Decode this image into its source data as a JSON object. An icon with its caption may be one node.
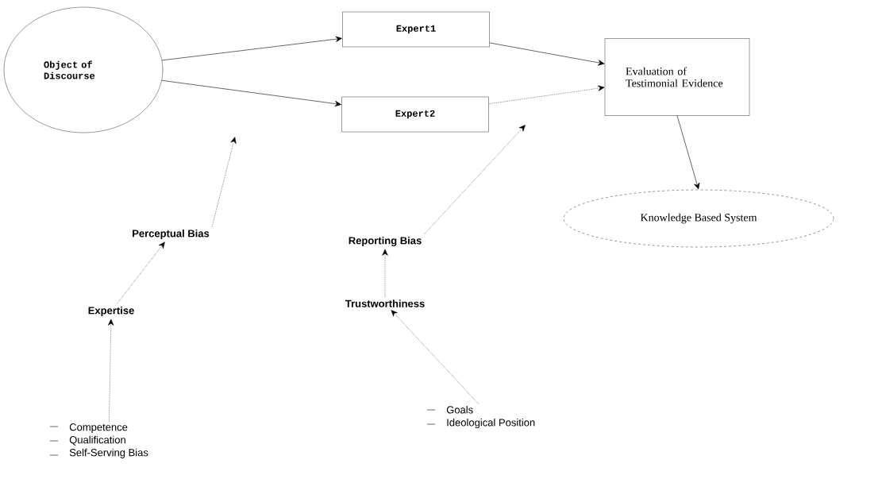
{
  "diagram": {
    "nodes": [
      {
        "text": [
          "Object of Discourse"
        ]
      },
      {
        "text": [
          "Expert1"
        ]
      },
      {
        "text": [
          "Expert2"
        ]
      },
      {
        "text": [
          "Evaluation of Testimonial Evidence"
        ]
      },
      {
        "text": [
          "Knowledge Based System"
        ]
      },
      {
        "text": [
          "Perceptual Bias"
        ]
      },
      {
        "text": [
          "Reporting Bias"
        ]
      },
      {
        "text": [
          "Expertise"
        ]
      },
      {
        "text": [
          "Trustworthiness"
        ]
      },
      {
        "text": [
          "Competence",
          "Qualification",
          "Self-Serving Bias"
        ]
      },
      {
        "text": [
          "Goals",
          "Ideological Position"
        ]
      }
    ],
    "edges": [
      {
        "from": 0,
        "to": 1,
        "arrow": "to"
      },
      {
        "from": 0,
        "to": 2,
        "arrow": "to"
      },
      {
        "from": 1,
        "to": 3,
        "arrow": "to"
      },
      {
        "from": 2,
        "to": 3,
        "arrow": "to",
        "style": "dashed"
      },
      {
        "from": 3,
        "to": 4,
        "arrow": "to"
      },
      {
        "from": 5,
        "to": null,
        "arrow": "to",
        "style": "dashed"
      },
      {
        "from": 6,
        "to": null,
        "arrow": "to",
        "style": "dashed"
      },
      {
        "from": 7,
        "to": 5,
        "arrow": "to",
        "style": "dashed"
      },
      {
        "from": 8,
        "to": 6,
        "arrow": "to",
        "style": "dashed"
      },
      {
        "from": 9,
        "to": 7,
        "arrow": "to",
        "style": "dashed"
      },
      {
        "from": 10,
        "to": 8,
        "arrow": "to",
        "style": "dashed"
      }
    ]
  }
}
